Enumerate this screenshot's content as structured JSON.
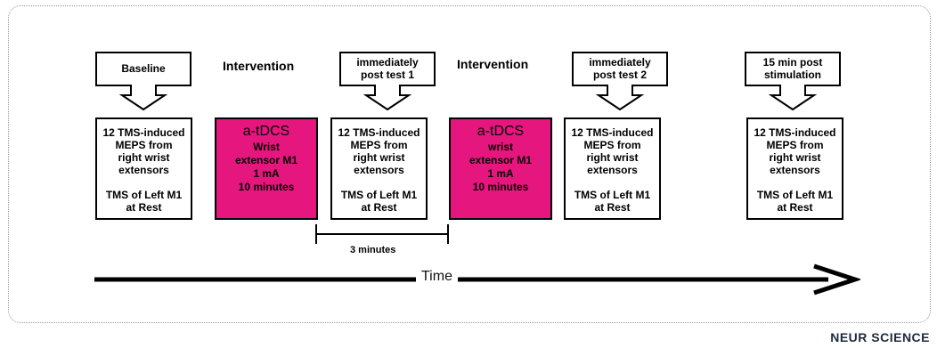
{
  "callouts": [
    {
      "lines": [
        "Baseline"
      ]
    },
    {
      "lines": [
        "immediately",
        "post test 1"
      ]
    },
    {
      "lines": [
        "immediately",
        "post test 2"
      ]
    },
    {
      "lines": [
        "15 min post",
        "stimulation"
      ]
    }
  ],
  "intervention_labels": [
    "Intervention",
    "Intervention"
  ],
  "measure_box": {
    "lines": [
      "12 TMS-induced",
      "MEPS from",
      "right wrist",
      "extensors"
    ],
    "lines2": [
      "TMS of Left M1",
      "at Rest"
    ]
  },
  "stim_boxes": [
    {
      "title": "a-tDCS",
      "lines": [
        "Wrist",
        "extensor M1",
        "1 mA",
        "10 minutes"
      ]
    },
    {
      "title": "a-tDCS",
      "lines": [
        "wrist",
        "extensor M1",
        "1 mA",
        "10 minutes"
      ]
    }
  ],
  "interval_label": "3 minutes",
  "timeline_label": "Time",
  "logo": "NEUR SCIENCE",
  "colors": {
    "stim_fill": "#e5177e",
    "line": "#000000"
  }
}
